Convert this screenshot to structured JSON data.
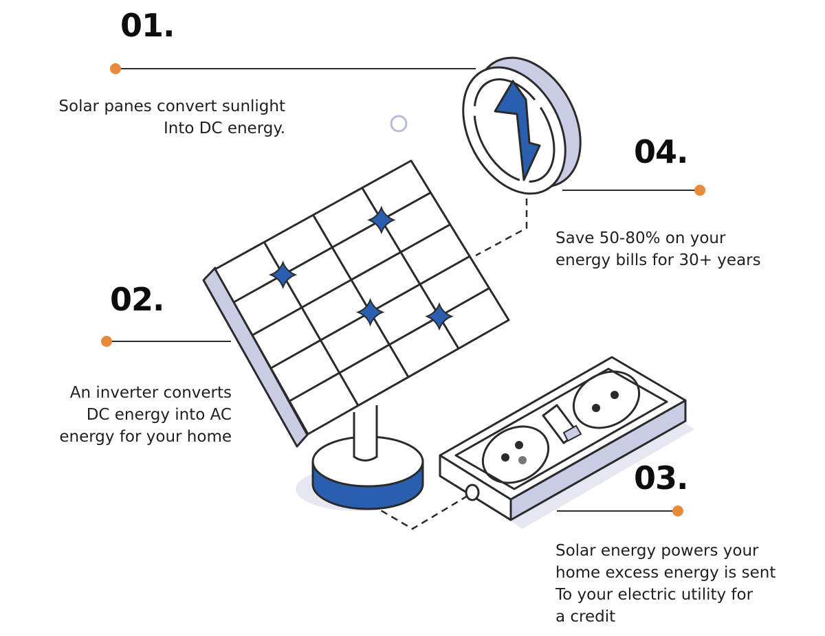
{
  "steps": [
    {
      "number": "01.",
      "lines": [
        "Solar panes convert sunlight",
        "Into DC energy."
      ]
    },
    {
      "number": "02.",
      "lines": [
        "An inverter converts",
        "DC energy into AC",
        "energy for your home"
      ]
    },
    {
      "number": "03.",
      "lines": [
        "Solar energy powers your",
        "home excess energy is sent",
        "To your electric utility for",
        "a credit"
      ]
    },
    {
      "number": "04.",
      "lines": [
        "Save 50-80% on your",
        "energy bills for 30+ years"
      ]
    }
  ],
  "colors": {
    "accent": "#e88a3c",
    "blue": "#2a5fb0",
    "lavender": "#c9cce4",
    "ink": "#2a2a2a"
  }
}
